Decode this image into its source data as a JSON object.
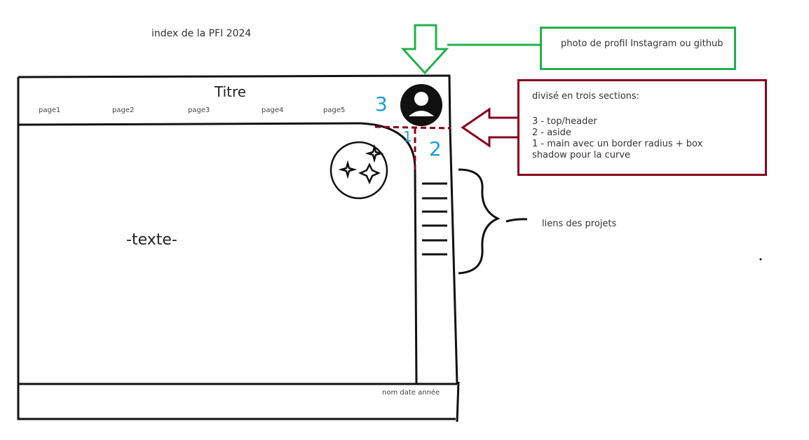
{
  "doc_title": "index de la PFI 2024",
  "wireframe": {
    "title": "Titre",
    "nav": [
      "page1",
      "page2",
      "page3",
      "page4",
      "page5"
    ],
    "section_labels": {
      "top": "3",
      "main": "1",
      "aside": "2"
    },
    "main_text": "-texte-",
    "footer_text": "nom date année"
  },
  "notes": {
    "profile": "photo de profil Instagram ou github",
    "sections_title": "divisé en trois sections:",
    "sections": [
      "3 - top/header",
      "2 - aside",
      "1 - main avec un border radius + box",
      "shadow pour la curve"
    ],
    "links": "liens des projets"
  },
  "colors": {
    "green": "#22b14c",
    "red": "#88001b",
    "blue": "#1e9be0"
  }
}
